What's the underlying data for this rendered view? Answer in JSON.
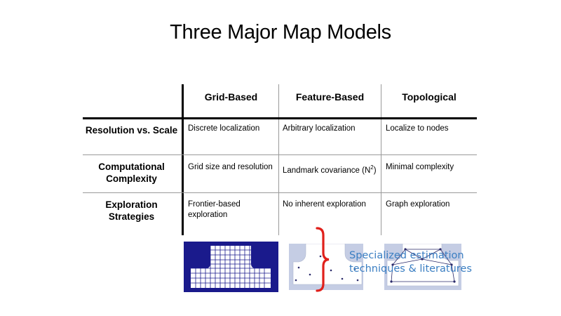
{
  "slide": {
    "title": "Three Major Map Models",
    "columns": [
      "Grid-Based",
      "Feature-Based",
      "Topological"
    ],
    "rows": [
      {
        "header": [
          "Resolution vs. Scale"
        ],
        "cells": [
          [
            "Discrete localization"
          ],
          [
            "Arbitrary localization"
          ],
          [
            "Localize to nodes"
          ]
        ]
      },
      {
        "header": [
          "Computational",
          "Complexity"
        ],
        "cells": [
          [
            "Grid size and resolution"
          ],
          [
            "Landmark covariance (N",
            "2",
            ")"
          ],
          [
            "Minimal complexity"
          ]
        ]
      },
      {
        "header": [
          "Exploration",
          "Strategies"
        ],
        "cells": [
          [
            "Frontier-based",
            "exploration"
          ],
          [
            "No inherent exploration"
          ],
          [
            "Graph exploration"
          ]
        ]
      }
    ],
    "annotation": [
      "Specialized estimation",
      "techniques & literatures"
    ],
    "colors": {
      "grid_map_bg": "#1a1a8c",
      "map_light_bg": "#c5cde4",
      "brace": "#e0201b",
      "annotation_text": "#3a7ec2"
    }
  }
}
